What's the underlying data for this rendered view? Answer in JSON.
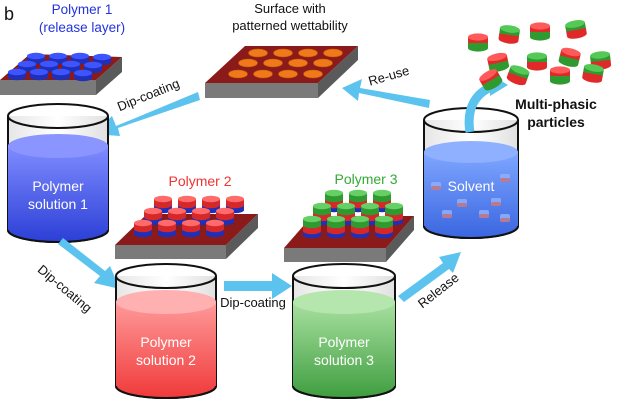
{
  "panel_label": "b",
  "labels": {
    "polymer1_line1": "Polymer 1",
    "polymer1_line2": "(release layer)",
    "surface_line1": "Surface with",
    "surface_line2": "patterned wettability",
    "polymer2": "Polymer 2",
    "polymer3": "Polymer 3",
    "multiphasic_line1": "Multi-phasic",
    "multiphasic_line2": "particles"
  },
  "beakers": {
    "solution1_line1": "Polymer",
    "solution1_line2": "solution 1",
    "solution2_line1": "Polymer",
    "solution2_line2": "solution 2",
    "solution3_line1": "Polymer",
    "solution3_line2": "solution 3",
    "solvent": "Solvent"
  },
  "arrows": {
    "dip_coating_top": "Dip-coating",
    "dip_coating_left": "Dip-coating",
    "dip_coating_middle": "Dip-coating",
    "release": "Release",
    "reuse": "Re-use"
  },
  "colors": {
    "polymer1": "#2233dd",
    "polymer2": "#ee3333",
    "polymer3": "#33aa33",
    "surface_patch": "#f07a1a",
    "substrate_top": "#8b1a1a",
    "arrow": "#5bc3ee"
  }
}
